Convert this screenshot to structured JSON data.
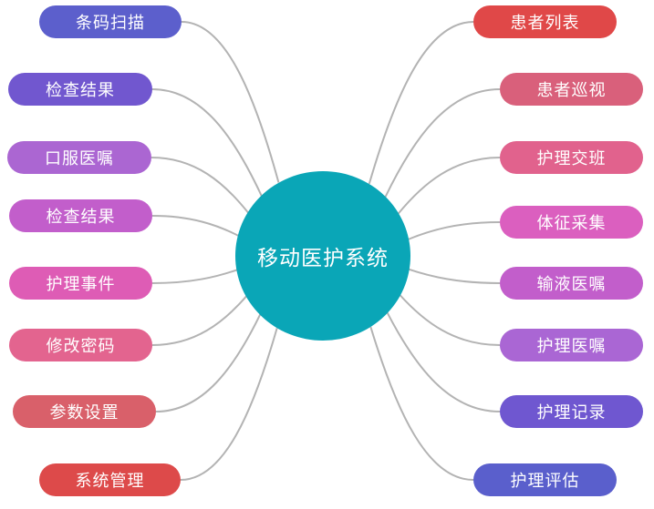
{
  "center": {
    "label": "移动医护系统",
    "color": "#0aa6b7"
  },
  "left_nodes": [
    {
      "label": "条码扫描",
      "color": "#5c5fcc"
    },
    {
      "label": "检查结果",
      "color": "#7157cf"
    },
    {
      "label": "口服医嘱",
      "color": "#ab66d2"
    },
    {
      "label": "检查结果",
      "color": "#c25ecb"
    },
    {
      "label": "护理事件",
      "color": "#de5cb5"
    },
    {
      "label": "修改密码",
      "color": "#e3648f"
    },
    {
      "label": "参数设置",
      "color": "#d9606a"
    },
    {
      "label": "系统管理",
      "color": "#dd4a4a"
    }
  ],
  "right_nodes": [
    {
      "label": "患者列表",
      "color": "#e04848"
    },
    {
      "label": "患者巡视",
      "color": "#d9607b"
    },
    {
      "label": "护理交班",
      "color": "#e1628d"
    },
    {
      "label": "体征采集",
      "color": "#db5fbf"
    },
    {
      "label": "输液医嘱",
      "color": "#c25ecb"
    },
    {
      "label": "护理医嘱",
      "color": "#aa66d4"
    },
    {
      "label": "护理记录",
      "color": "#6f57d0"
    },
    {
      "label": "护理评估",
      "color": "#5a5fcc"
    }
  ]
}
